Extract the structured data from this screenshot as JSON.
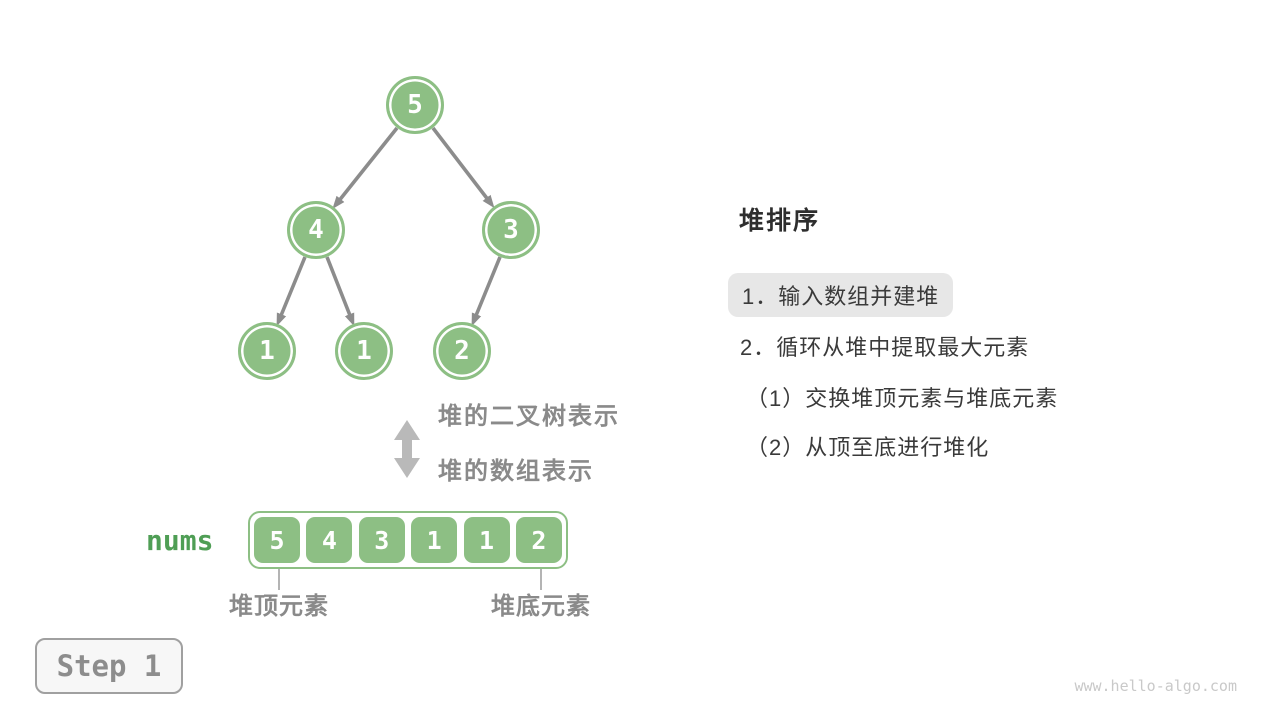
{
  "diagram": {
    "tree": {
      "nodes": [
        {
          "value": "5"
        },
        {
          "value": "4"
        },
        {
          "value": "3"
        },
        {
          "value": "1"
        },
        {
          "value": "1"
        },
        {
          "value": "2"
        }
      ]
    },
    "representation_labels": {
      "binary_tree": "堆的二叉树表示",
      "array": "堆的数组表示"
    },
    "array": {
      "label": "nums",
      "values": [
        "5",
        "4",
        "3",
        "1",
        "1",
        "2"
      ],
      "head_label": "堆顶元素",
      "tail_label": "堆底元素"
    }
  },
  "panel": {
    "title": "堆排序",
    "steps": [
      {
        "label": "1．输入数组并建堆",
        "highlighted": true
      },
      {
        "label": "2．循环从堆中提取最大元素",
        "highlighted": false
      },
      {
        "label": "（1）交换堆顶元素与堆底元素",
        "highlighted": false
      },
      {
        "label": "（2）从顶至底进行堆化",
        "highlighted": false
      }
    ]
  },
  "footer": {
    "step_badge": "Step 1",
    "watermark": "www.hello-algo.com"
  },
  "colors": {
    "node_green": "#8dbf84",
    "code_green": "#4f9e55",
    "gray_label": "#8a8a8a",
    "arrow_gray": "#8c8c8c",
    "double_arrow_gray": "#b9b9b9",
    "highlight_bg": "#e7e7e7",
    "text_dark": "#2e2e2e"
  }
}
